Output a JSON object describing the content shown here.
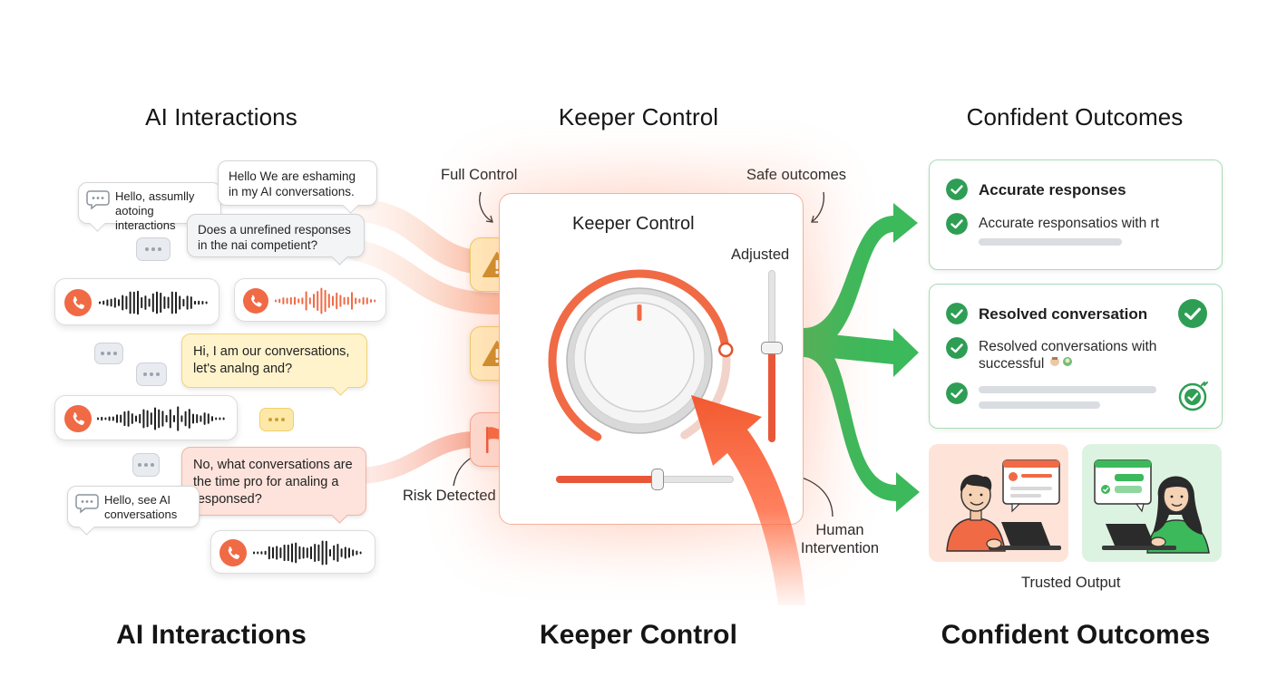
{
  "headings": {
    "top_left": "AI Interactions",
    "top_center": "Keeper Control",
    "top_right": "Confident Outcomes",
    "bottom_left": "AI Interactions",
    "bottom_center": "Keeper Control",
    "bottom_right": "Confident Outcomes"
  },
  "bubbles": {
    "b1": "Hello, assumlly aotoing interactions",
    "b2": "Hello We are eshaming in my AI conversations.",
    "b3": "Does a unrefined responses in the nai competient?",
    "b4": "Hi, I am our conversations, let's analng and?",
    "b5": "No, what conversations are the time pro for analing a responsed?",
    "b6": "Hello, see AI conversations"
  },
  "labels": {
    "full_control": "Full Control",
    "safe_outcomes": "Safe outcomes",
    "risk_detected": "Risk Detected",
    "human_intervention": "Human Intervention",
    "trusted_output": "Trusted Output"
  },
  "panel": {
    "title": "Keeper Control",
    "adjusted": "Adjusted",
    "knob_level": 0.78,
    "vertical_slider_level": 0.55,
    "horizontal_slider_level": 0.57
  },
  "outcomes": {
    "card1": {
      "title": "Accurate responses",
      "line": "Accurate responsatios with rt"
    },
    "card2": {
      "title": "Resolved conversation",
      "line": "Resolved conversations with successful"
    }
  },
  "colors": {
    "accent_orange": "#f06a45",
    "warning_yellow": "#fff0c2",
    "success_green": "#2e9e54",
    "flow_green": "#3cb95b"
  },
  "icons": {
    "warning": "warning-icon",
    "flag": "flag-icon",
    "phone": "phone-icon",
    "check": "check-icon",
    "chat": "chat-icon"
  }
}
